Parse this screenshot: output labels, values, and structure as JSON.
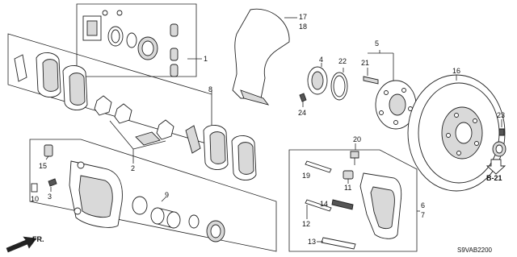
{
  "diagram": {
    "labels": {
      "p1": "1",
      "p2": "2",
      "p3": "3",
      "p4": "4",
      "p5": "5",
      "p6": "6",
      "p7": "7",
      "p8": "8",
      "p9": "9",
      "p10": "10",
      "p11": "11",
      "p12": "12",
      "p13": "13",
      "p14": "14",
      "p15": "15",
      "p16": "16",
      "p17": "17",
      "p18": "18",
      "p19": "19",
      "p20": "20",
      "p21": "21",
      "p22": "22",
      "p23": "23",
      "p24": "24"
    },
    "direction_label": "FR.",
    "ref_label": "B-21",
    "diagram_code": "S9VAB2200"
  }
}
